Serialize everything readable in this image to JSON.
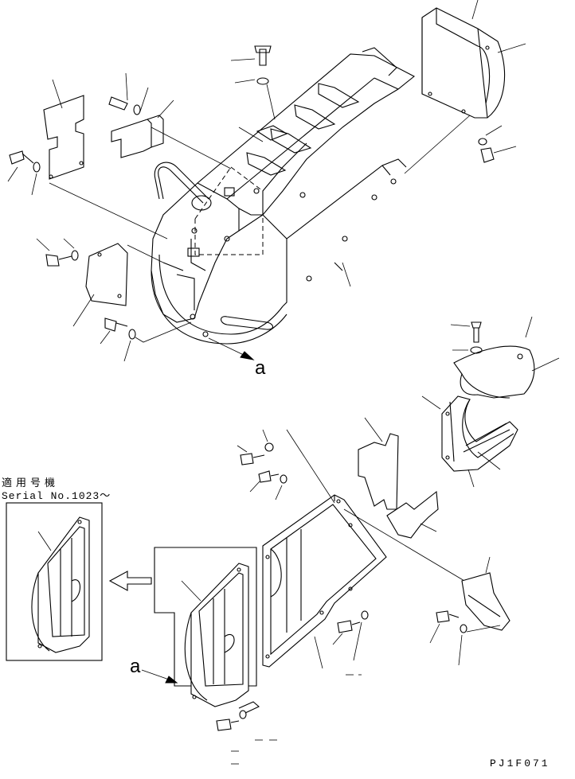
{
  "labels": {
    "serial_ja": "適用号機",
    "serial_no": "Serial No.1023～",
    "view_a_top": "a",
    "view_a_bottom": "a",
    "drawing_code": "PJ1F071"
  }
}
